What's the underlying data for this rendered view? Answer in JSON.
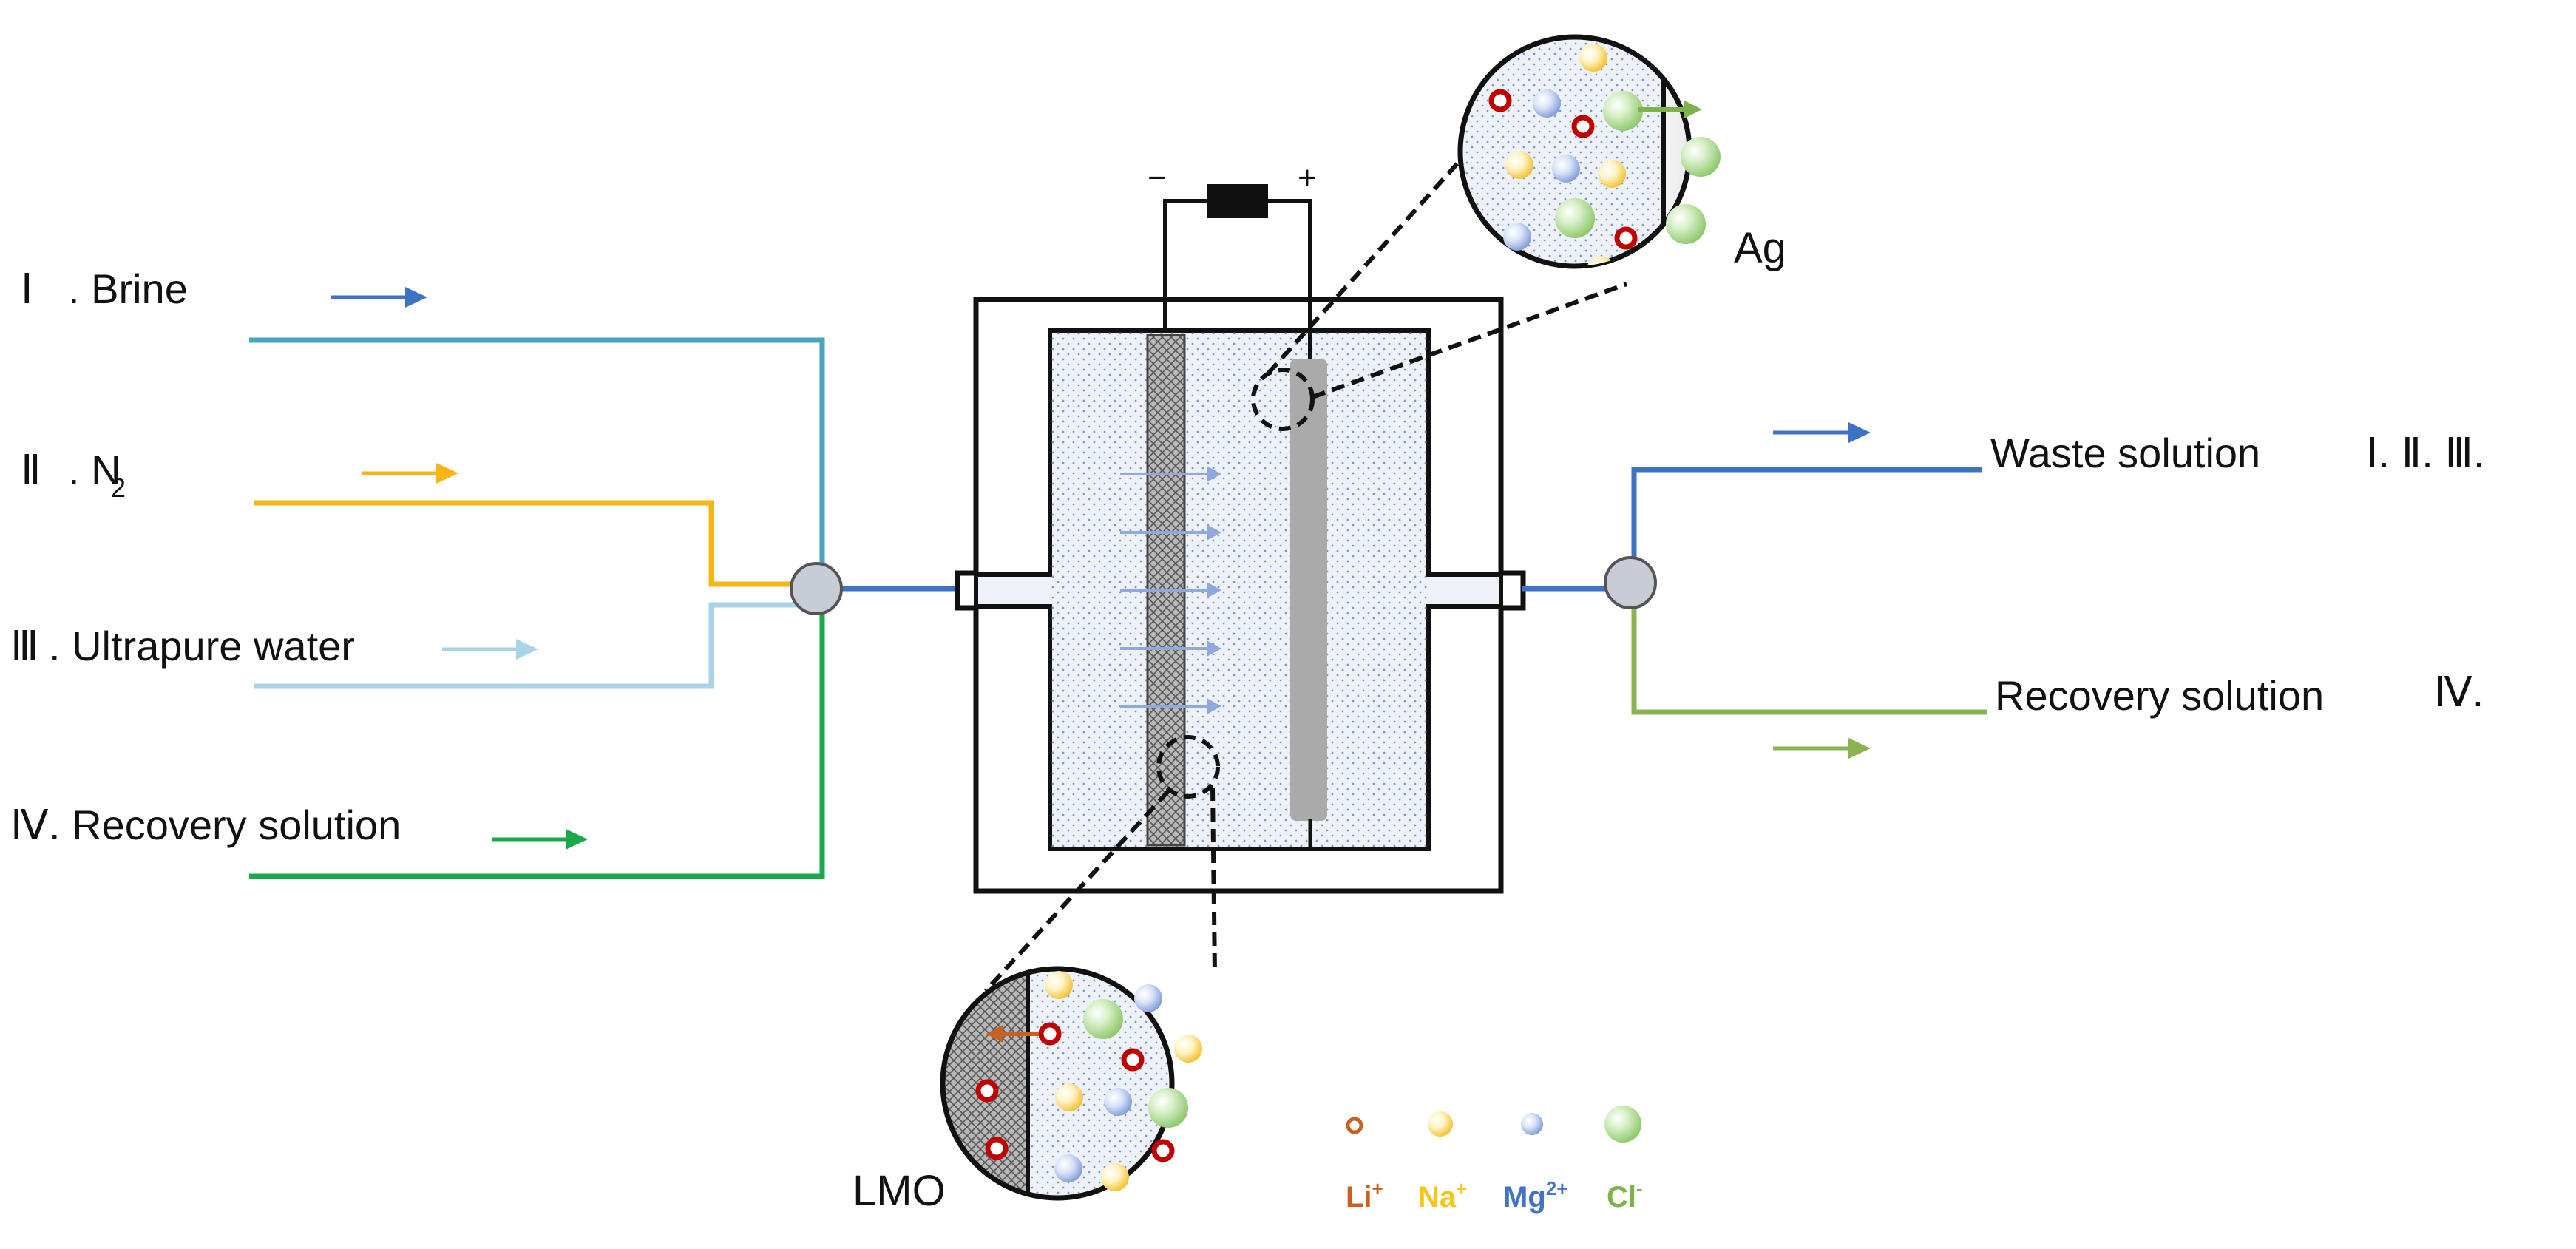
{
  "inlets": [
    {
      "numeral": "Ⅰ",
      "label": ". Brine",
      "color": "#4aa3bf",
      "arrow_color": "#3d72c4"
    },
    {
      "numeral": "Ⅱ",
      "label": ". N",
      "sub": "2",
      "color": "#f5b517",
      "arrow_color": "#f5b517"
    },
    {
      "numeral": "Ⅲ",
      "label": ". Ultrapure water",
      "color": "#a9d3e6",
      "arrow_color": "#a9d3e6"
    },
    {
      "numeral": "Ⅳ",
      "label": ". Recovery solution",
      "color": "#1aa84a",
      "arrow_color": "#1aa84a"
    }
  ],
  "outlets": [
    {
      "label": "Waste solution",
      "tag": "Ⅰ. Ⅱ. Ⅲ.",
      "color": "#3d72c4"
    },
    {
      "label": "Recovery solution",
      "tag": "Ⅳ.",
      "color": "#8ab450"
    }
  ],
  "cell": {
    "negative": "−",
    "positive": "+",
    "anode_label": "Ag",
    "cathode_label": "LMO"
  },
  "legend": [
    {
      "label": "Li",
      "sup": "+",
      "color": "#c8601f"
    },
    {
      "label": "Na",
      "sup": "+",
      "color": "#f5c518"
    },
    {
      "label": "Mg",
      "sup": "2+",
      "color": "#4472c4"
    },
    {
      "label": "Cl",
      "sup": "-",
      "color": "#7fb24a"
    }
  ],
  "colors": {
    "li_ring": "#c00000",
    "na": "#f7c948",
    "mg": "#8fa8e0",
    "cl": "#9fd17a",
    "flow_arrow": "#8fa8e0"
  }
}
